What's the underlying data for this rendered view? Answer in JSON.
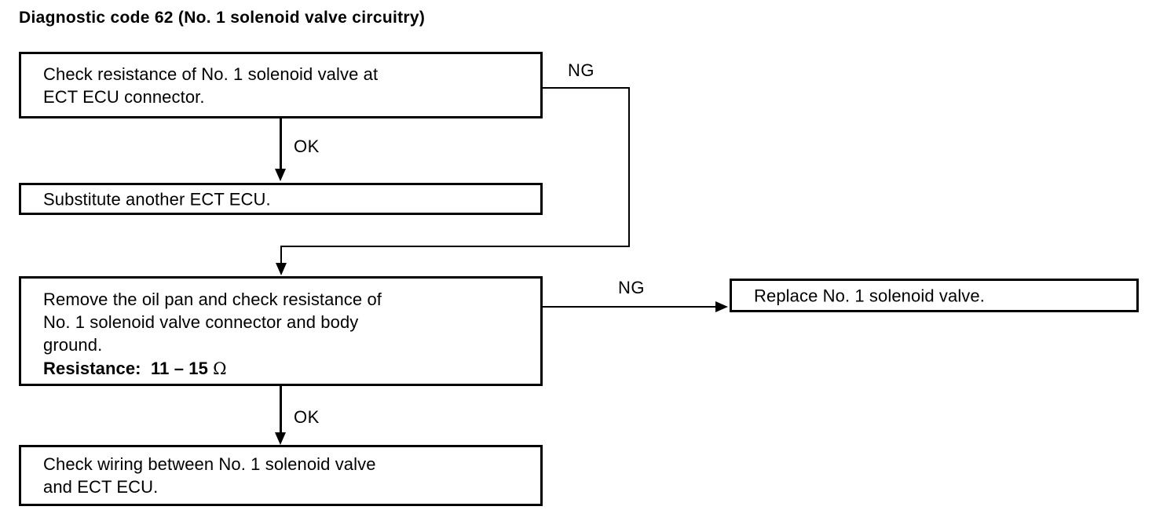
{
  "document": {
    "title": "Diagnostic code 62 (No. 1 solenoid valve circuitry)"
  },
  "flowchart": {
    "nodes": {
      "check_resistance": {
        "text": "Check resistance of No. 1 solenoid valve at\nECT ECU connector."
      },
      "substitute_ecu": {
        "text": "Substitute another ECT ECU."
      },
      "remove_oil_pan": {
        "text": "Remove the oil pan and check resistance of\nNo. 1 solenoid valve connector and body\nground.",
        "spec_label": "Resistance:",
        "spec_value": "11 – 15",
        "spec_unit": "Ω"
      },
      "replace_valve": {
        "text": "Replace No. 1 solenoid valve."
      },
      "check_wiring": {
        "text": "Check wiring between No. 1 solenoid valve\nand ECT ECU."
      }
    },
    "edges": {
      "check_to_substitute": {
        "label": "OK"
      },
      "check_to_remove": {
        "label": "NG"
      },
      "remove_to_replace": {
        "label": "NG"
      },
      "remove_to_wiring": {
        "label": "OK"
      }
    }
  },
  "style": {
    "ink": "#000000",
    "paper": "#ffffff"
  }
}
